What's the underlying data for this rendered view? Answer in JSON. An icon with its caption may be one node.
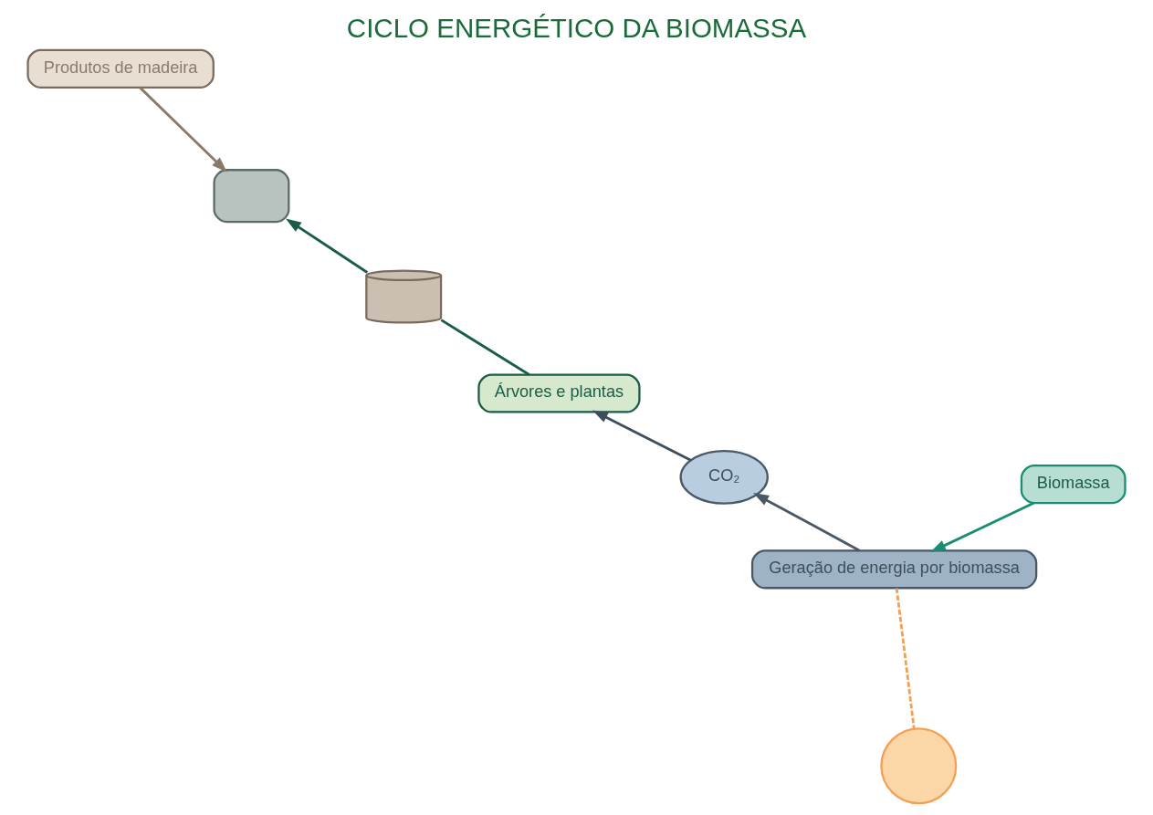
{
  "diagram": {
    "title": "CICLO ENERGÉTICO DA BIOMASSA",
    "nodes": [
      {
        "text": [
          "Árvores e plantas"
        ]
      },
      {
        "text": [],
        "shape": "cylinder"
      },
      {
        "text": [],
        "shape": "box"
      },
      {
        "text": [
          "Produtos de madeira"
        ]
      },
      {
        "text": [
          "Biomassa"
        ]
      },
      {
        "text": [
          "Geração de energia por biomassa"
        ]
      },
      {
        "text": [
          "CO₂"
        ]
      },
      {
        "text": [],
        "shape": "circle"
      }
    ],
    "edges": [
      {
        "from": 6,
        "to": 0,
        "arrow": "to",
        "color": "#3d4f5c"
      },
      {
        "from": 0,
        "to": 1,
        "arrow": "none",
        "color": "#1a5c4a"
      },
      {
        "from": 1,
        "to": 2,
        "arrow": "to",
        "color": "#1a5c4a"
      },
      {
        "from": 3,
        "to": 2,
        "arrow": "to",
        "color": "#8a7a6a"
      },
      {
        "from": 4,
        "to": 5,
        "arrow": "to",
        "color": "#1a8c73"
      },
      {
        "from": 5,
        "to": 6,
        "arrow": "to",
        "color": "#4a5866"
      },
      {
        "from": 5,
        "to": 7,
        "arrow": "none",
        "style": "dashed",
        "color": "#f5a050"
      }
    ]
  }
}
